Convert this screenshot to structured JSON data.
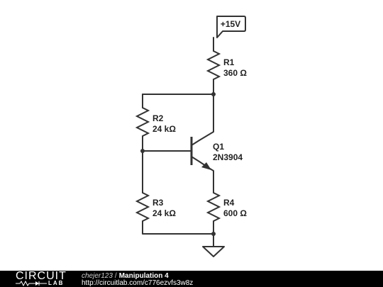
{
  "supply": {
    "label": "+15V"
  },
  "components": {
    "R1": {
      "name": "R1",
      "value": "360 Ω"
    },
    "R2": {
      "name": "R2",
      "value": "24 kΩ"
    },
    "R3": {
      "name": "R3",
      "value": "24 kΩ"
    },
    "R4": {
      "name": "R4",
      "value": "600 Ω"
    },
    "Q1": {
      "name": "Q1",
      "part": "2N3904"
    }
  },
  "footer": {
    "logo_top": "CIRCUIT",
    "logo_bottom": "LAB",
    "author": "chejer123",
    "separator": "/",
    "title": "Manipulation 4",
    "url": "http://circuitlab.com/c776ezvfs3w8z"
  },
  "colors": {
    "ink": "#333333",
    "footer_bg": "#000000",
    "page_bg": "#ffffff"
  }
}
